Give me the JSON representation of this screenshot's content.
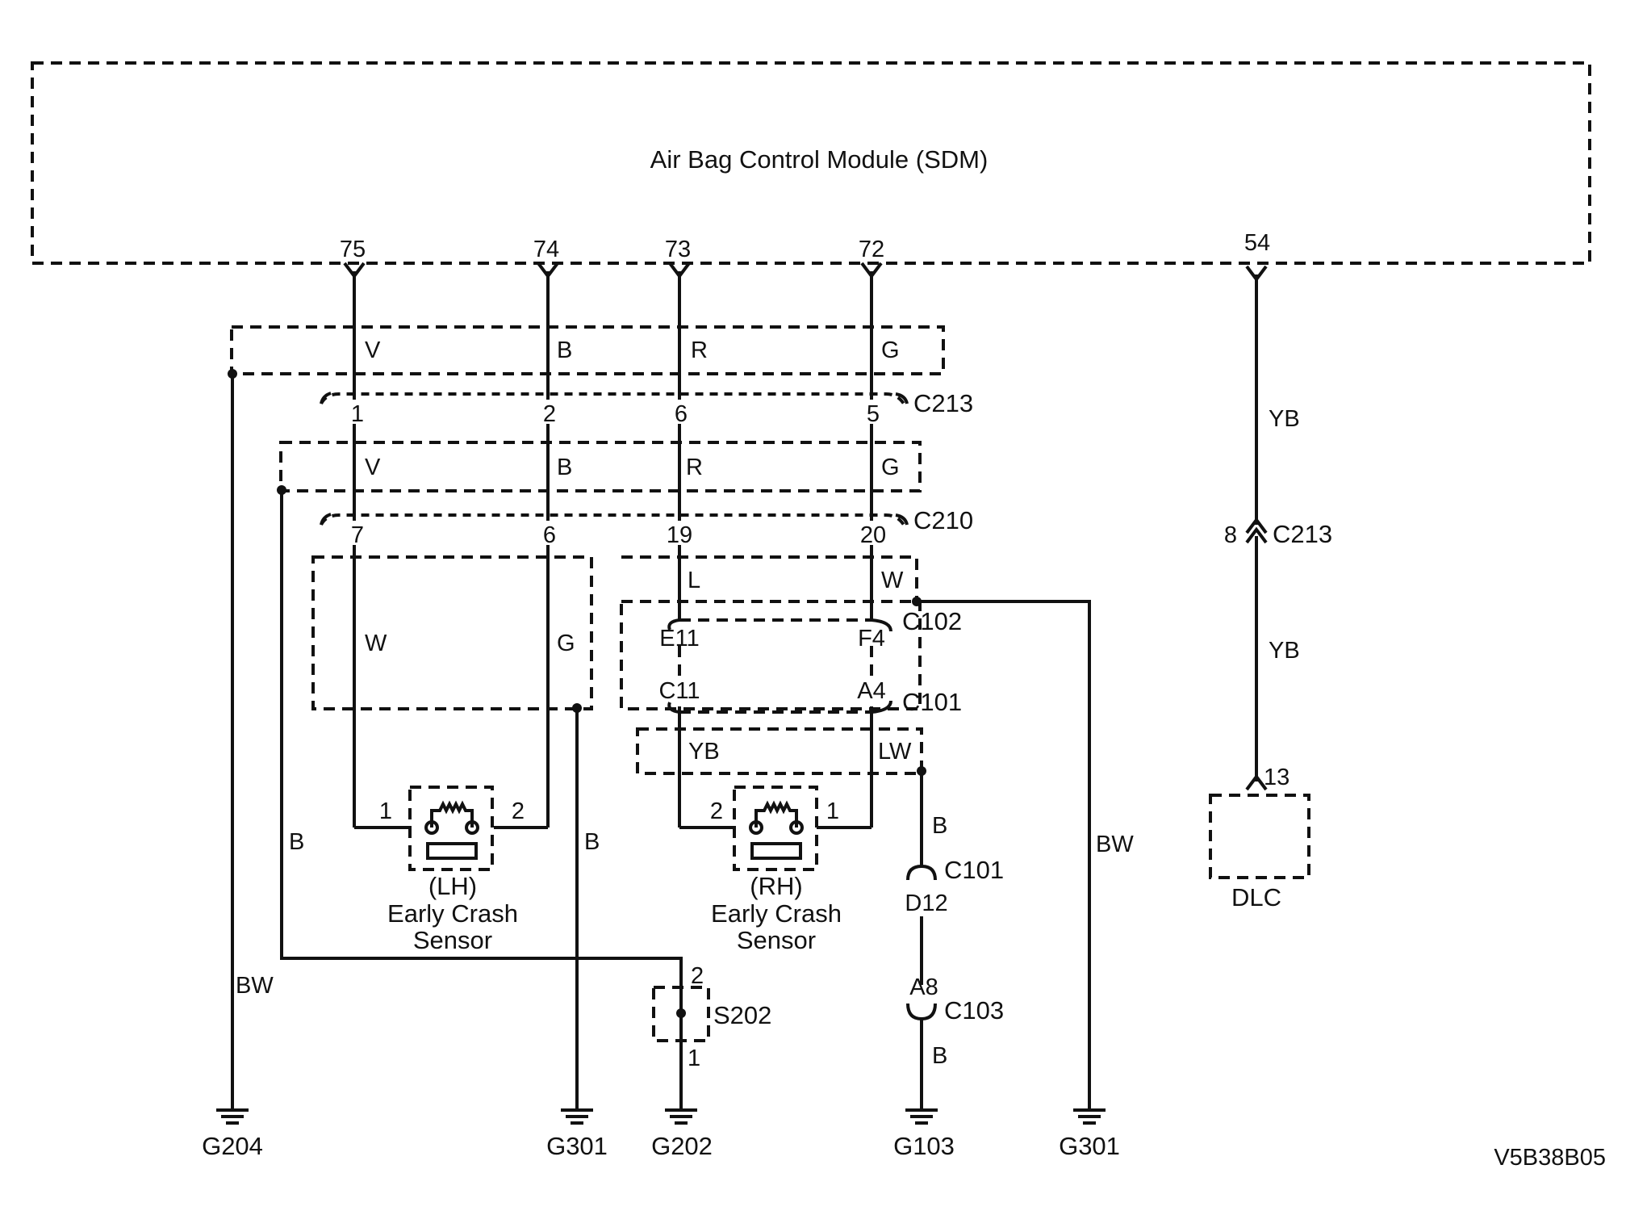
{
  "module": {
    "title": "Air Bag Control Module (SDM)"
  },
  "sdm_pins": {
    "p75": "75",
    "p74": "74",
    "p73": "73",
    "p72": "72",
    "p54": "54"
  },
  "wire_colors": {
    "top_v": "V",
    "top_b": "B",
    "top_r": "R",
    "top_g": "G",
    "mid_v": "V",
    "mid_b": "B",
    "mid_r": "R",
    "mid_g": "G",
    "lh_w": "W",
    "lh_g": "G",
    "rh_l": "L",
    "rh_w": "W",
    "rh_yb": "YB",
    "rh_lw": "LW",
    "g204_bw": "BW",
    "shield_b": "B",
    "lh_shield_b": "B",
    "c101_b_upper": "B",
    "c103_b_lower": "B",
    "g301_bw": "BW",
    "dlc_yb_upper": "YB",
    "dlc_yb_lower": "YB"
  },
  "connectors": {
    "c213": {
      "name": "C213",
      "pins": [
        "1",
        "2",
        "6",
        "5"
      ]
    },
    "c210": {
      "name": "C210",
      "pins": [
        "7",
        "6",
        "19",
        "20"
      ]
    },
    "c102": {
      "name": "C102",
      "pins": [
        "E11",
        "F4"
      ]
    },
    "c101": {
      "name": "C101",
      "pins": [
        "C11",
        "A4"
      ]
    },
    "c101_b": {
      "name": "C101",
      "pin": "D12"
    },
    "c103": {
      "name": "C103",
      "pin": "A8"
    },
    "c213_dlc": {
      "name": "C213",
      "pin": "8"
    }
  },
  "sensors": {
    "lh": {
      "side": "(LH)",
      "line1": "Early Crash",
      "line2": "Sensor",
      "pin_left": "1",
      "pin_right": "2"
    },
    "rh": {
      "side": "(RH)",
      "line1": "Early Crash",
      "line2": "Sensor",
      "pin_left": "2",
      "pin_right": "1"
    }
  },
  "splice": {
    "name": "S202",
    "pin_top": "2",
    "pin_bottom": "1"
  },
  "dlc": {
    "name": "DLC",
    "pin": "13"
  },
  "grounds": [
    "G204",
    "G301",
    "G202",
    "G103",
    "G301"
  ],
  "figure_id": "V5B38B05"
}
